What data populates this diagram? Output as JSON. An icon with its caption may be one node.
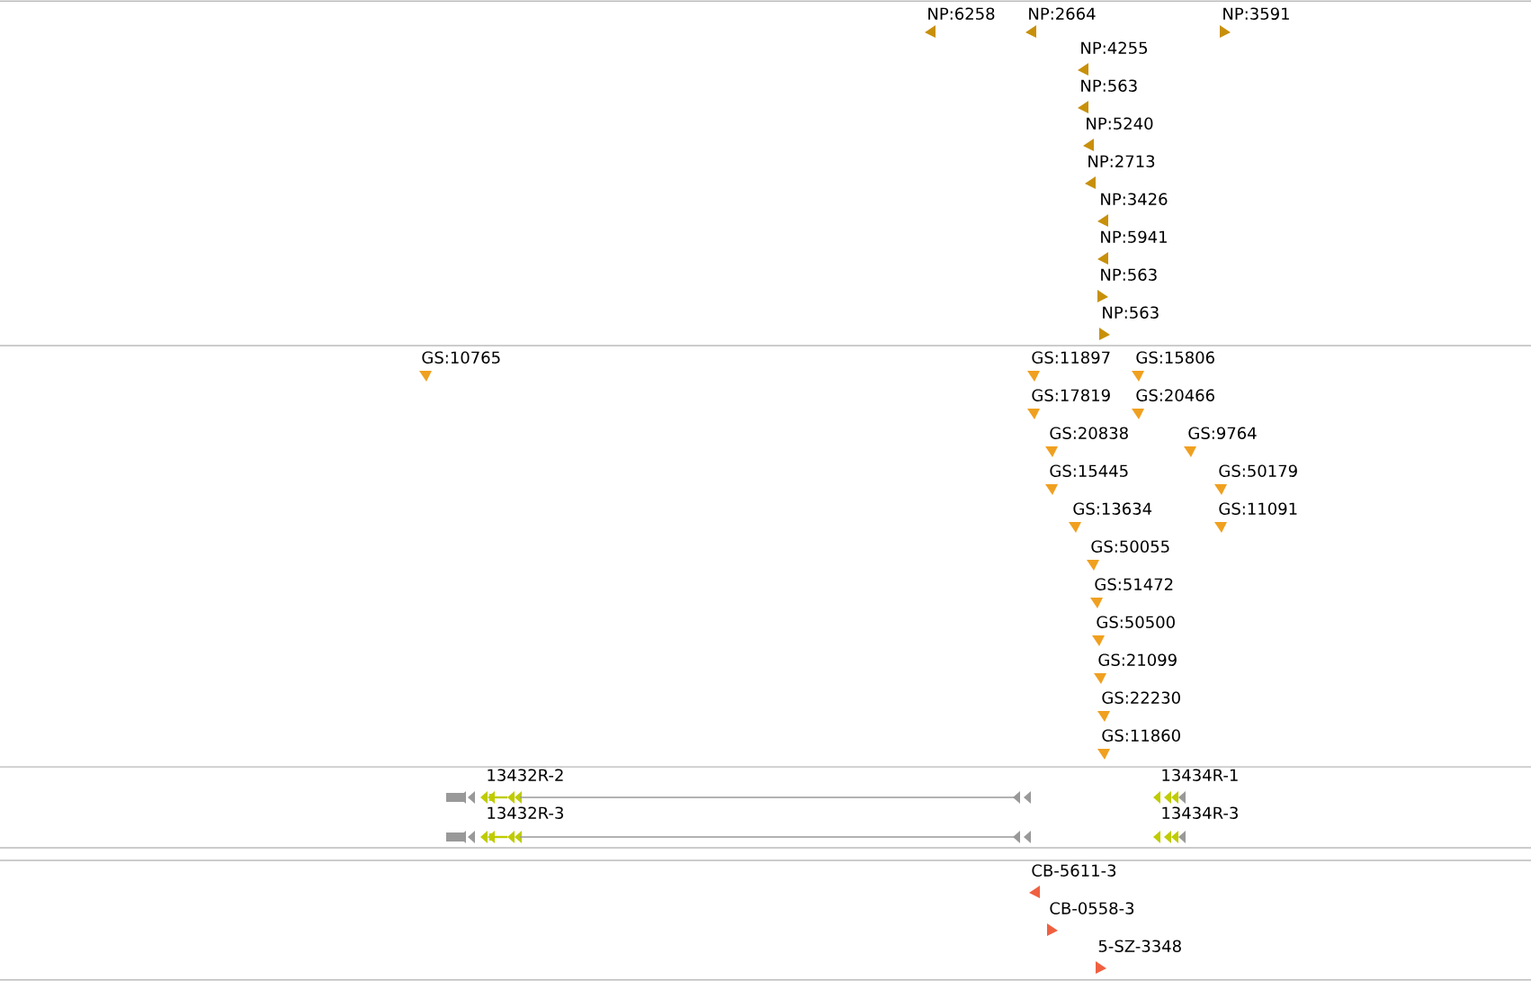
{
  "diagram": {
    "labels": [
      "NP:6258",
      "NP:2664",
      "NP:3591",
      "NP:4255",
      "NP:563",
      "NP:5240",
      "NP:2713",
      "NP:3426",
      "NP:5941",
      "NP:563",
      "NP:563",
      "GS:10765",
      "GS:11897",
      "GS:15806",
      "GS:17819",
      "GS:20466",
      "GS:20838",
      "GS:9764",
      "GS:15445",
      "GS:50179",
      "GS:13634",
      "GS:11091",
      "GS:50055",
      "GS:51472",
      "GS:50500",
      "GS:21099",
      "GS:22230",
      "GS:11860",
      "13432R-2",
      "13434R-1",
      "13432R-3",
      "13434R-3",
      "CB-5611-3",
      "CB-0558-3",
      "5-SZ-3348"
    ]
  }
}
